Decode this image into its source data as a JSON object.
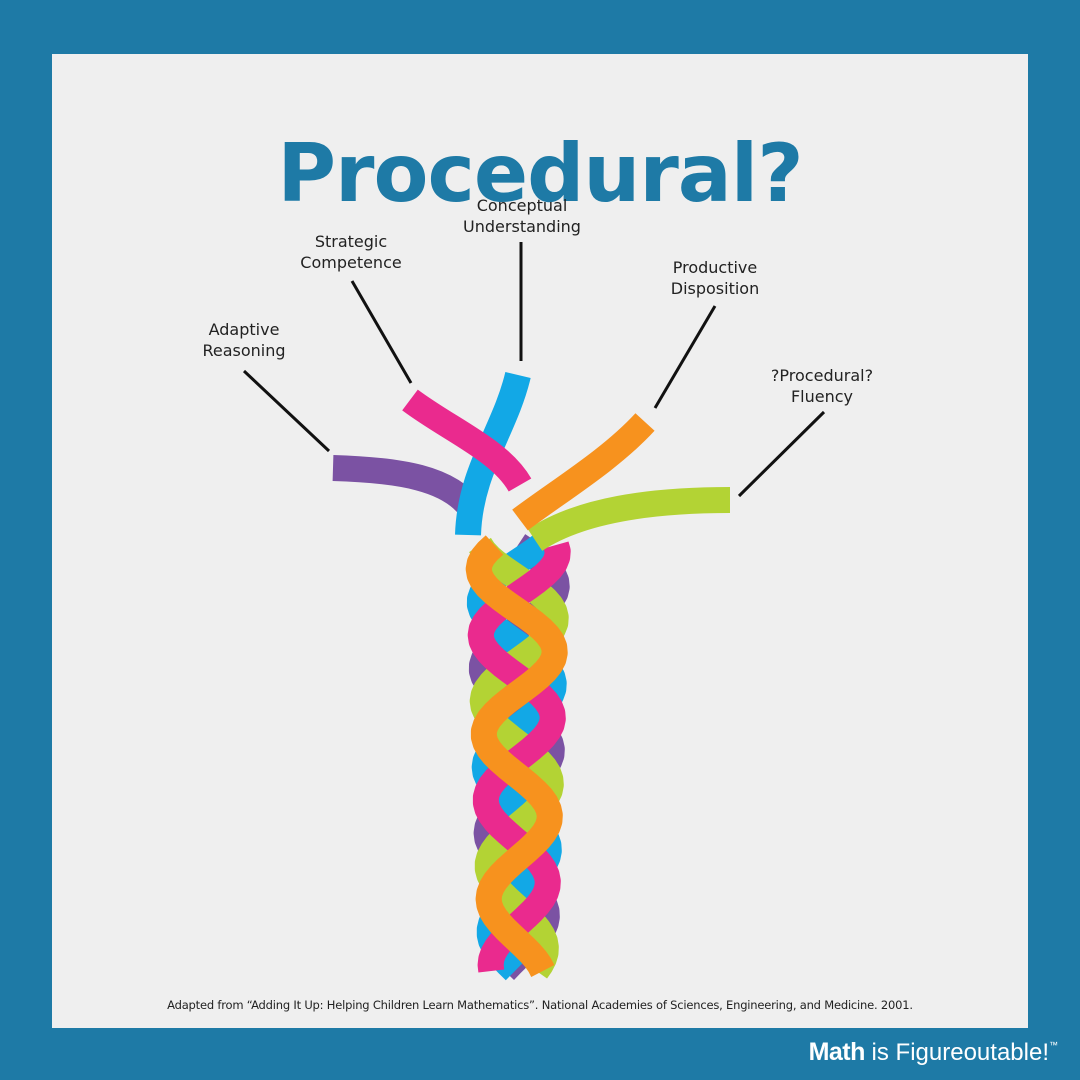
{
  "title": "Procedural?",
  "strands": [
    {
      "line1": "Adaptive",
      "line2": "Reasoning",
      "color": "#7b52a3"
    },
    {
      "line1": "Strategic",
      "line2": "Competence",
      "color": "#ea2a8e"
    },
    {
      "line1": "Conceptual",
      "line2": "Understanding",
      "color": "#12a8e6"
    },
    {
      "line1": "Productive",
      "line2": "Disposition",
      "color": "#f7921e"
    },
    {
      "line1": "?Procedural?",
      "line2": "Fluency",
      "color": "#b3d334"
    }
  ],
  "citation": "Adapted from “Adding It Up: Helping Children Learn Mathematics”. National Academies of Sciences, Engineering, and Medicine. 2001.",
  "brand": {
    "bold": "Math",
    "rest": " is Figureoutable!",
    "mark": "™"
  },
  "colors": {
    "frame": "#1e7aa6",
    "panel": "#efefef",
    "title": "#1e7aa6"
  }
}
